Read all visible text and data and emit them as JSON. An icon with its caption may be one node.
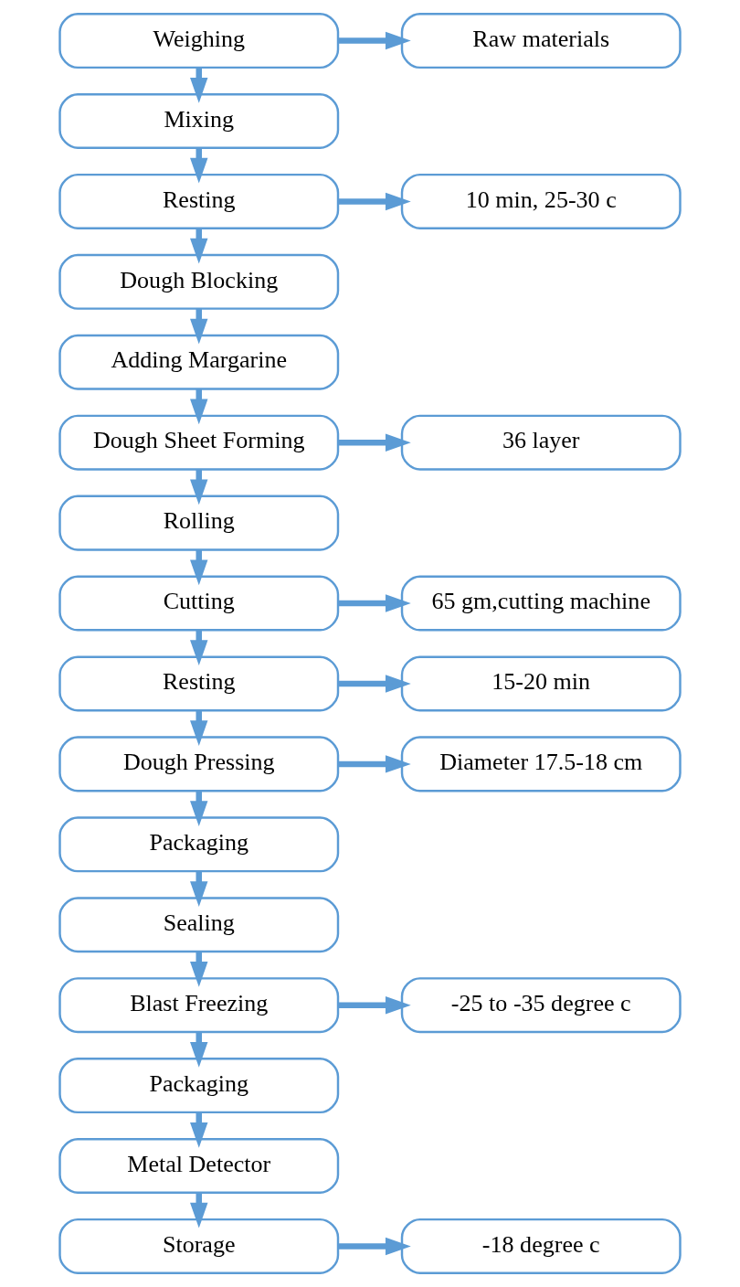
{
  "diagram": {
    "nodes": [
      {
        "text": [
          "Weighing"
        ]
      },
      {
        "text": [
          "Raw materials"
        ]
      },
      {
        "text": [
          "Mixing"
        ]
      },
      {
        "text": [
          "Resting"
        ]
      },
      {
        "text": [
          "10 min, 25-30 c"
        ]
      },
      {
        "text": [
          "Dough Blocking"
        ]
      },
      {
        "text": [
          "Adding Margarine"
        ]
      },
      {
        "text": [
          "Dough Sheet Forming"
        ]
      },
      {
        "text": [
          "36 layer"
        ]
      },
      {
        "text": [
          "Rolling"
        ]
      },
      {
        "text": [
          "Cutting"
        ]
      },
      {
        "text": [
          "65 gm,cutting machine"
        ]
      },
      {
        "text": [
          "Resting"
        ]
      },
      {
        "text": [
          "15-20 min"
        ]
      },
      {
        "text": [
          "Dough Pressing"
        ]
      },
      {
        "text": [
          "Diameter 17.5-18 cm"
        ]
      },
      {
        "text": [
          "Packaging"
        ]
      },
      {
        "text": [
          "Sealing"
        ]
      },
      {
        "text": [
          "Blast Freezing"
        ]
      },
      {
        "text": [
          "-25 to -35 degree c"
        ]
      },
      {
        "text": [
          "Packaging"
        ]
      },
      {
        "text": [
          "Metal Detector"
        ]
      },
      {
        "text": [
          "Storage"
        ]
      },
      {
        "text": [
          "-18 degree c"
        ]
      }
    ],
    "edges": [
      {
        "from": 0,
        "to": 1,
        "arrow": "to"
      },
      {
        "from": 0,
        "to": 2,
        "arrow": "to"
      },
      {
        "from": 2,
        "to": 3,
        "arrow": "to"
      },
      {
        "from": 3,
        "to": 4,
        "arrow": "to"
      },
      {
        "from": 3,
        "to": 5,
        "arrow": "to"
      },
      {
        "from": 5,
        "to": 6,
        "arrow": "to"
      },
      {
        "from": 6,
        "to": 7,
        "arrow": "to"
      },
      {
        "from": 7,
        "to": 8,
        "arrow": "to"
      },
      {
        "from": 7,
        "to": 9,
        "arrow": "to"
      },
      {
        "from": 9,
        "to": 10,
        "arrow": "to"
      },
      {
        "from": 10,
        "to": 11,
        "arrow": "to"
      },
      {
        "from": 10,
        "to": 12,
        "arrow": "to"
      },
      {
        "from": 12,
        "to": 13,
        "arrow": "to"
      },
      {
        "from": 12,
        "to": 14,
        "arrow": "to"
      },
      {
        "from": 14,
        "to": 15,
        "arrow": "to"
      },
      {
        "from": 14,
        "to": 16,
        "arrow": "to"
      },
      {
        "from": 16,
        "to": 17,
        "arrow": "to"
      },
      {
        "from": 17,
        "to": 18,
        "arrow": "to"
      },
      {
        "from": 18,
        "to": 19,
        "arrow": "to"
      },
      {
        "from": 18,
        "to": 20,
        "arrow": "to"
      },
      {
        "from": 20,
        "to": 21,
        "arrow": "to"
      },
      {
        "from": 21,
        "to": 22,
        "arrow": "to"
      },
      {
        "from": 22,
        "to": 23,
        "arrow": "to"
      }
    ]
  }
}
